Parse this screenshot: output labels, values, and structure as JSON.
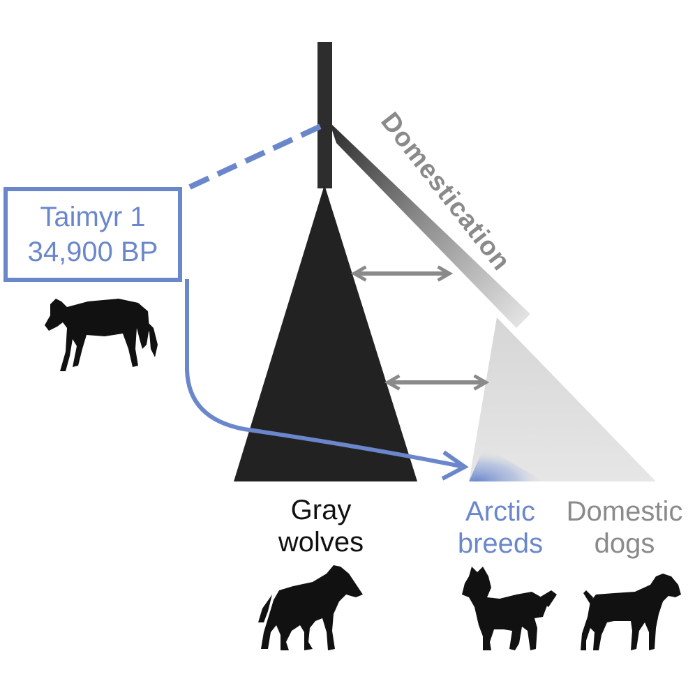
{
  "taimyr": {
    "line1": "Taimyr 1",
    "line2": "34,900 BP"
  },
  "branch_label": "Domestication",
  "groups": {
    "gray_wolves": {
      "line1": "Gray",
      "line2": "wolves"
    },
    "arctic_breeds": {
      "line1": "Arctic",
      "line2": "breeds"
    },
    "domestic_dogs": {
      "line1": "Domestic",
      "line2": "dogs"
    }
  },
  "colors": {
    "accent_blue": "#6B87CC",
    "wolf_clade": "#222222",
    "dog_clade": "#dddddd",
    "arrow_gray": "#8a8a8a",
    "label_gray": "#8a8a8a",
    "silhouette": "#111111"
  },
  "icons": [
    "taimyr-wolf-silhouette",
    "gray-wolf-silhouette",
    "husky-silhouette",
    "boxer-dog-silhouette"
  ]
}
